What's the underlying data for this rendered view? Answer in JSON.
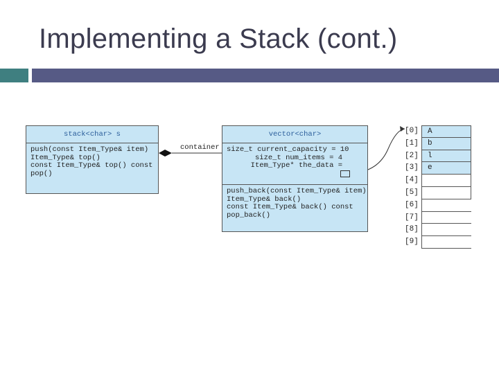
{
  "title": "Implementing a Stack (cont.)",
  "stack_class": {
    "header": "stack<char> s",
    "methods": [
      "push(const Item_Type& item)",
      "Item_Type& top()",
      "const Item_Type& top() const",
      "pop()"
    ]
  },
  "association_label": "container",
  "vector_class": {
    "header": "vector<char>",
    "attributes": [
      "size_t current_capacity = 10",
      "size_t num_items = 4",
      "Item_Type* the_data ="
    ],
    "methods": [
      "push_back(const Item_Type& item)",
      "Item_Type& back()",
      "const Item_Type& back() const",
      "pop_back()"
    ]
  },
  "array": {
    "indices": [
      "[0]",
      "[1]",
      "[2]",
      "[3]",
      "[4]",
      "[5]",
      "[6]",
      "[7]",
      "[8]",
      "[9]"
    ],
    "values": [
      "A",
      "b",
      "l",
      "e",
      "",
      "",
      "",
      "",
      "",
      ""
    ]
  },
  "colors": {
    "teal_bar": "#3f7f80",
    "purple_bar": "#565a85",
    "box_fill": "#c7e5f5"
  }
}
